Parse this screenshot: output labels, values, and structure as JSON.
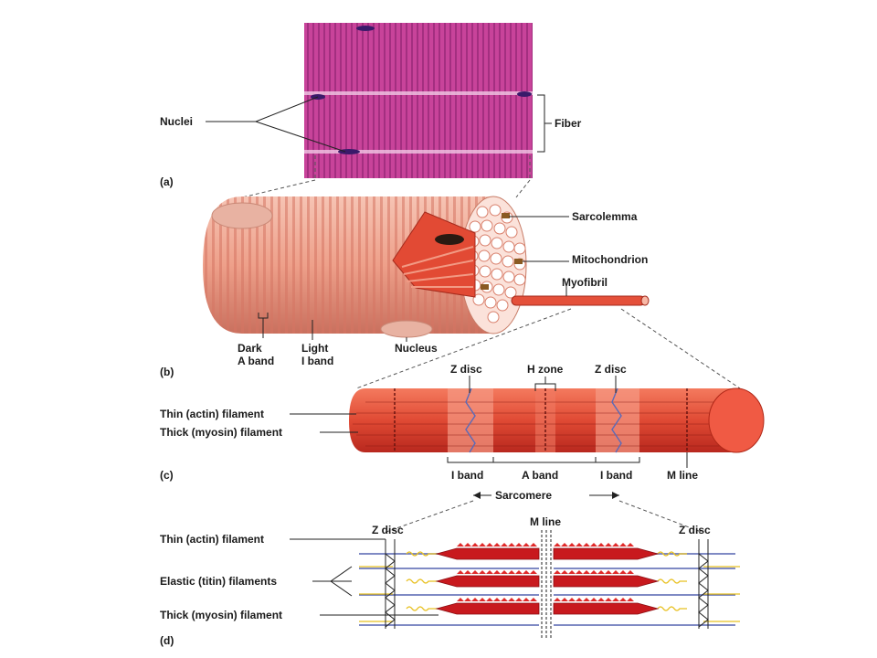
{
  "colors": {
    "micrograph": "#c8439a",
    "micrograph_band": "#9c2f7c",
    "fiber_skin": "#f0a48c",
    "fiber_band": "#d9786a",
    "myofibril": "#e04030",
    "myofibril_light": "#f28a74",
    "myosin": "#c8191e",
    "actin": "#5563b0",
    "titin": "#e8c020"
  },
  "panels": {
    "a": {
      "tag": "(a)",
      "labels": {
        "nuclei": "Nuclei",
        "fiber": "Fiber"
      }
    },
    "b": {
      "tag": "(b)",
      "labels": {
        "sarcolemma": "Sarcolemma",
        "mitochondrion": "Mitochondrion",
        "myofibril": "Myofibril",
        "dark_a_band_1": "Dark",
        "dark_a_band_2": "A band",
        "light_i_band_1": "Light",
        "light_i_band_2": "I band",
        "nucleus": "Nucleus"
      }
    },
    "c": {
      "tag": "(c)",
      "labels": {
        "z_disc_left": "Z disc",
        "h_zone": "H zone",
        "z_disc_right": "Z disc",
        "thin_filament": "Thin (actin) filament",
        "thick_filament": "Thick (myosin) filament",
        "i_band_left": "I band",
        "a_band": "A band",
        "i_band_right": "I band",
        "m_line": "M line",
        "sarcomere": "Sarcomere"
      }
    },
    "d": {
      "tag": "(d)",
      "labels": {
        "thin_filament": "Thin (actin) filament",
        "elastic_filaments": "Elastic (titin) filaments",
        "thick_filament": "Thick (myosin) filament",
        "z_disc_left": "Z disc",
        "m_line": "M line",
        "z_disc_right": "Z disc"
      }
    }
  }
}
